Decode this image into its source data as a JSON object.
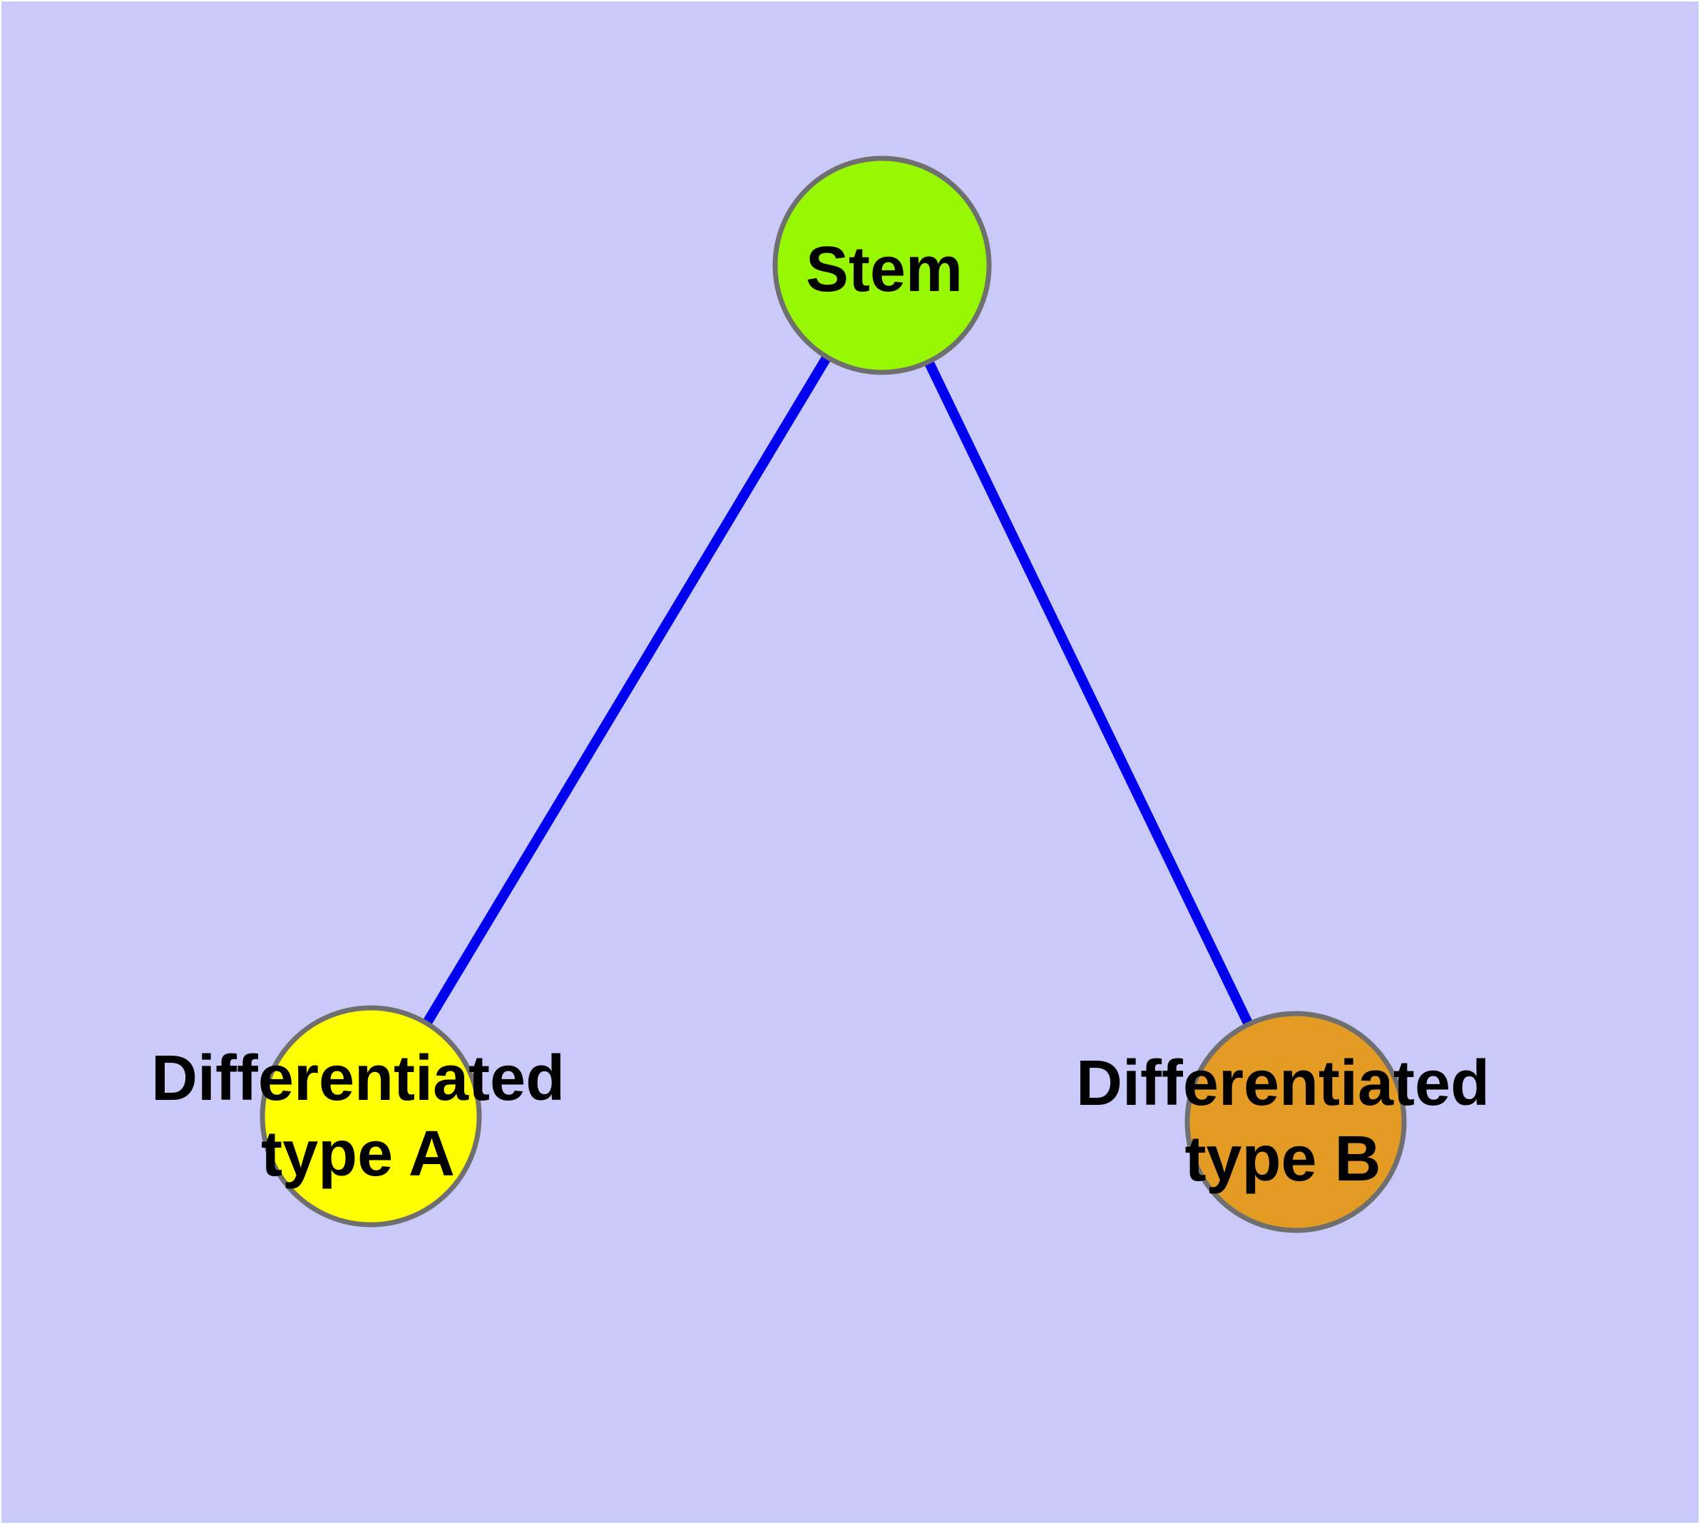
{
  "diagram": {
    "type": "graph",
    "description": "Stem cell differentiation graph: one stem node connected to two differentiated cell type nodes",
    "nodes": [
      {
        "id": "stem",
        "label": "Stem",
        "fill": "#97F802"
      },
      {
        "id": "diff-a",
        "label": "Differentiated\ntype A",
        "fill": "#FFFF00"
      },
      {
        "id": "diff-b",
        "label": "Differentiated\ntype B",
        "fill": "#E49B23"
      }
    ],
    "edges": [
      {
        "from": "stem",
        "to": "diff-a"
      },
      {
        "from": "stem",
        "to": "diff-b"
      }
    ]
  },
  "colors": {
    "background": "#CACAFA",
    "edge": "#0000EE",
    "node_border": "#6F6F6F",
    "text": "#000000"
  }
}
